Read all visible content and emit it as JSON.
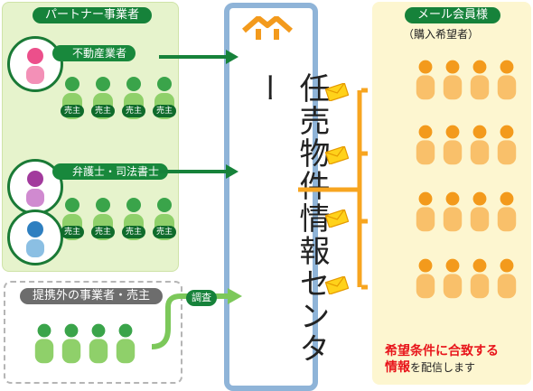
{
  "partner_group": {
    "title": "パートナー事業者",
    "real_estate": {
      "label": "不動産業者",
      "sellers": [
        "売主",
        "売主",
        "売主",
        "売主"
      ]
    },
    "legal": {
      "label": "弁護士・司法書士",
      "sellers": [
        "売主",
        "売主",
        "売主",
        "売主"
      ]
    }
  },
  "outside_group": {
    "title": "提携外の事業者・売主"
  },
  "investigate": {
    "label": "調査"
  },
  "center": {
    "title": "任売物件情報センター"
  },
  "members": {
    "title": "メール会員様",
    "subtitle": "（購入希望者）"
  },
  "message": {
    "line1": "希望条件に合致する",
    "line2_bold": "情報",
    "line2_rest": "を配信します"
  },
  "colors": {
    "green": "#16823a",
    "light_green_bg": "#e6f3cc",
    "orange": "#f7a520",
    "member_bg": "#fdf6d0",
    "center_border": "#8fb4d8"
  }
}
